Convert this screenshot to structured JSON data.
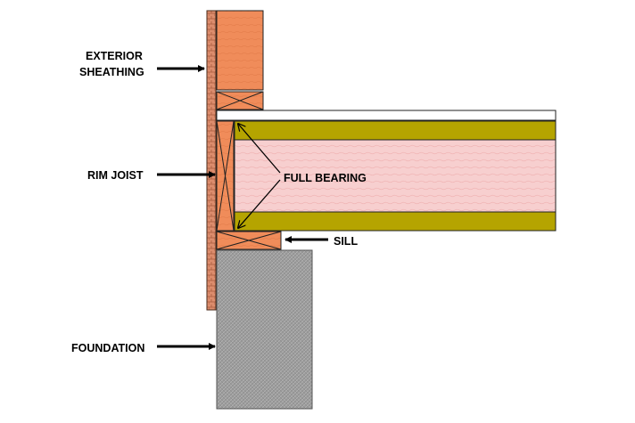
{
  "labels": {
    "exterior_sheathing_line1": "EXTERIOR",
    "exterior_sheathing_line2": "SHEATHING",
    "rim_joist": "RIM JOIST",
    "full_bearing": "FULL BEARING",
    "sill": "SILL",
    "foundation": "FOUNDATION"
  },
  "colors": {
    "wood": "#f08c5a",
    "wood_border": "#7a3a1a",
    "sheathing": "#d98a6a",
    "insulation_pink": "#f7cfcf",
    "joist_flange": "#b5a400",
    "subfloor": "#ffffff",
    "concrete": "#9c9c9c"
  }
}
